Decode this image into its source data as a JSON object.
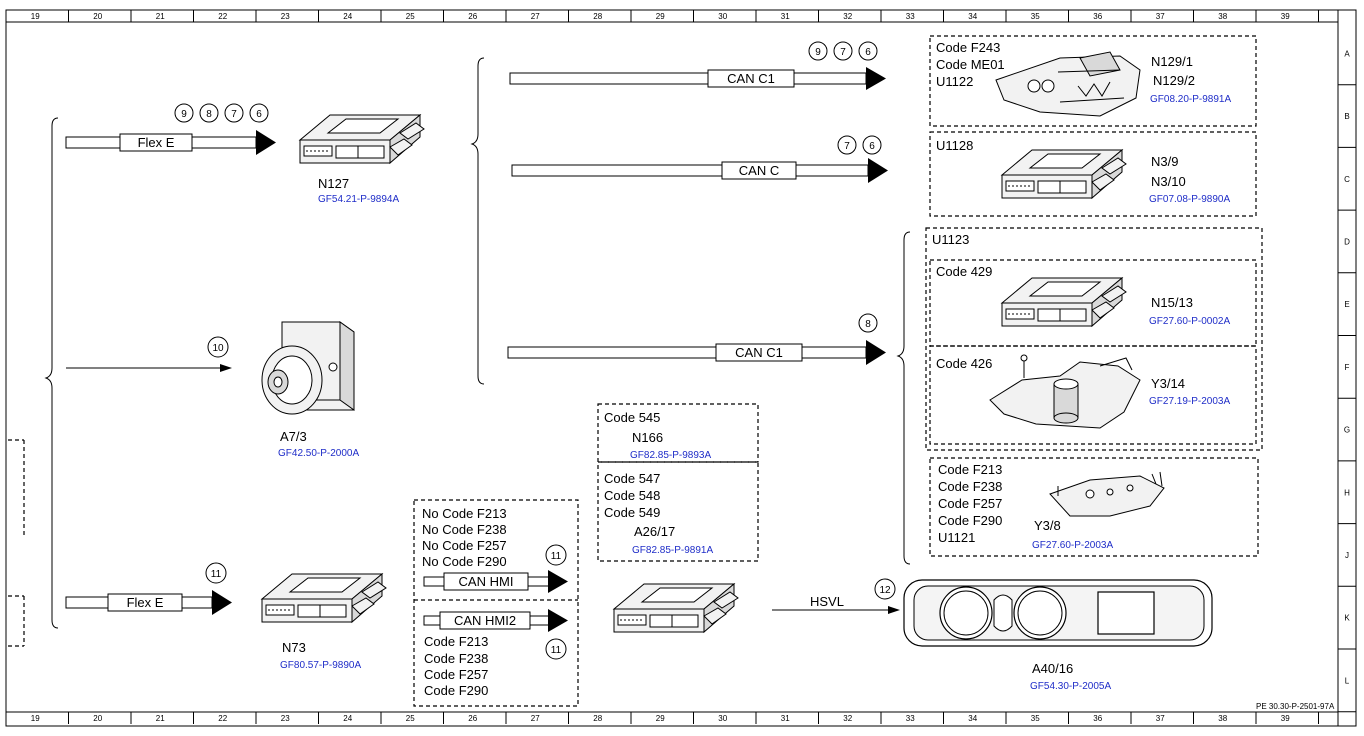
{
  "grid": {
    "columns": [
      "19",
      "20",
      "21",
      "22",
      "23",
      "24",
      "25",
      "26",
      "27",
      "28",
      "29",
      "30",
      "31",
      "32",
      "33",
      "34",
      "35",
      "36",
      "37",
      "38",
      "39"
    ],
    "rows": [
      "A",
      "B",
      "C",
      "D",
      "E",
      "F",
      "G",
      "H",
      "J",
      "K",
      "L"
    ]
  },
  "drawing_id": "PE 30.30-P-2501-97A",
  "buses": {
    "flex_e_top": "Flex E",
    "flex_e_bottom": "Flex E",
    "can_c1_top": "CAN C1",
    "can_c": "CAN C",
    "can_c1_mid": "CAN C1",
    "can_hmi": "CAN HMI",
    "can_hmi2": "CAN HMI2",
    "hsvl": "HSVL"
  },
  "markers": {
    "flex_e_top": [
      "9",
      "8",
      "7",
      "6"
    ],
    "can_c1_top": [
      "9",
      "7",
      "6"
    ],
    "can_c": [
      "7",
      "6"
    ],
    "can_c1_mid": [
      "8"
    ],
    "a73_line": [
      "10"
    ],
    "flex_e_bottom": [
      "11"
    ],
    "can_hmi": [
      "11"
    ],
    "can_hmi2": [
      "11"
    ],
    "hsvl": [
      "12"
    ]
  },
  "components": {
    "n127": {
      "name": "N127",
      "ref": "GF54.21-P-9894A"
    },
    "a73": {
      "name": "A7/3",
      "ref": "GF42.50-P-2000A"
    },
    "n73": {
      "name": "N73",
      "ref": "GF80.57-P-9890A"
    },
    "n129": {
      "codes": [
        "Code F243",
        "Code ME01",
        "U1122"
      ],
      "name1": "N129/1",
      "name2": "N129/2",
      "ref": "GF08.20-P-9891A"
    },
    "n39": {
      "codes": [
        "U1128"
      ],
      "name1": "N3/9",
      "name2": "N3/10",
      "ref": "GF07.08-P-9890A"
    },
    "u1123": {
      "label": "U1123"
    },
    "n1513": {
      "code": "Code 429",
      "name": "N15/13",
      "ref": "GF27.60-P-0002A"
    },
    "y314": {
      "code": "Code 426",
      "name": "Y3/14",
      "ref": "GF27.19-P-2003A"
    },
    "y38": {
      "codes": [
        "Code F213",
        "Code F238",
        "Code F257",
        "Code F290",
        "U1121"
      ],
      "name": "Y3/8",
      "ref": "GF27.60-P-2003A"
    },
    "n166": {
      "code": "Code 545",
      "name": "N166",
      "ref": "GF82.85-P-9893A"
    },
    "a2617": {
      "codes": [
        "Code 547",
        "Code 548",
        "Code 549"
      ],
      "name": "A26/17",
      "ref": "GF82.85-P-9891A"
    },
    "no_codes": [
      "No Code F213",
      "No Code F238",
      "No Code F257",
      "No Code F290"
    ],
    "hmi2_codes": [
      "Code F213",
      "Code F238",
      "Code F257",
      "Code F290"
    ],
    "a4016": {
      "name": "A40/16",
      "ref": "GF54.30-P-2005A"
    }
  }
}
